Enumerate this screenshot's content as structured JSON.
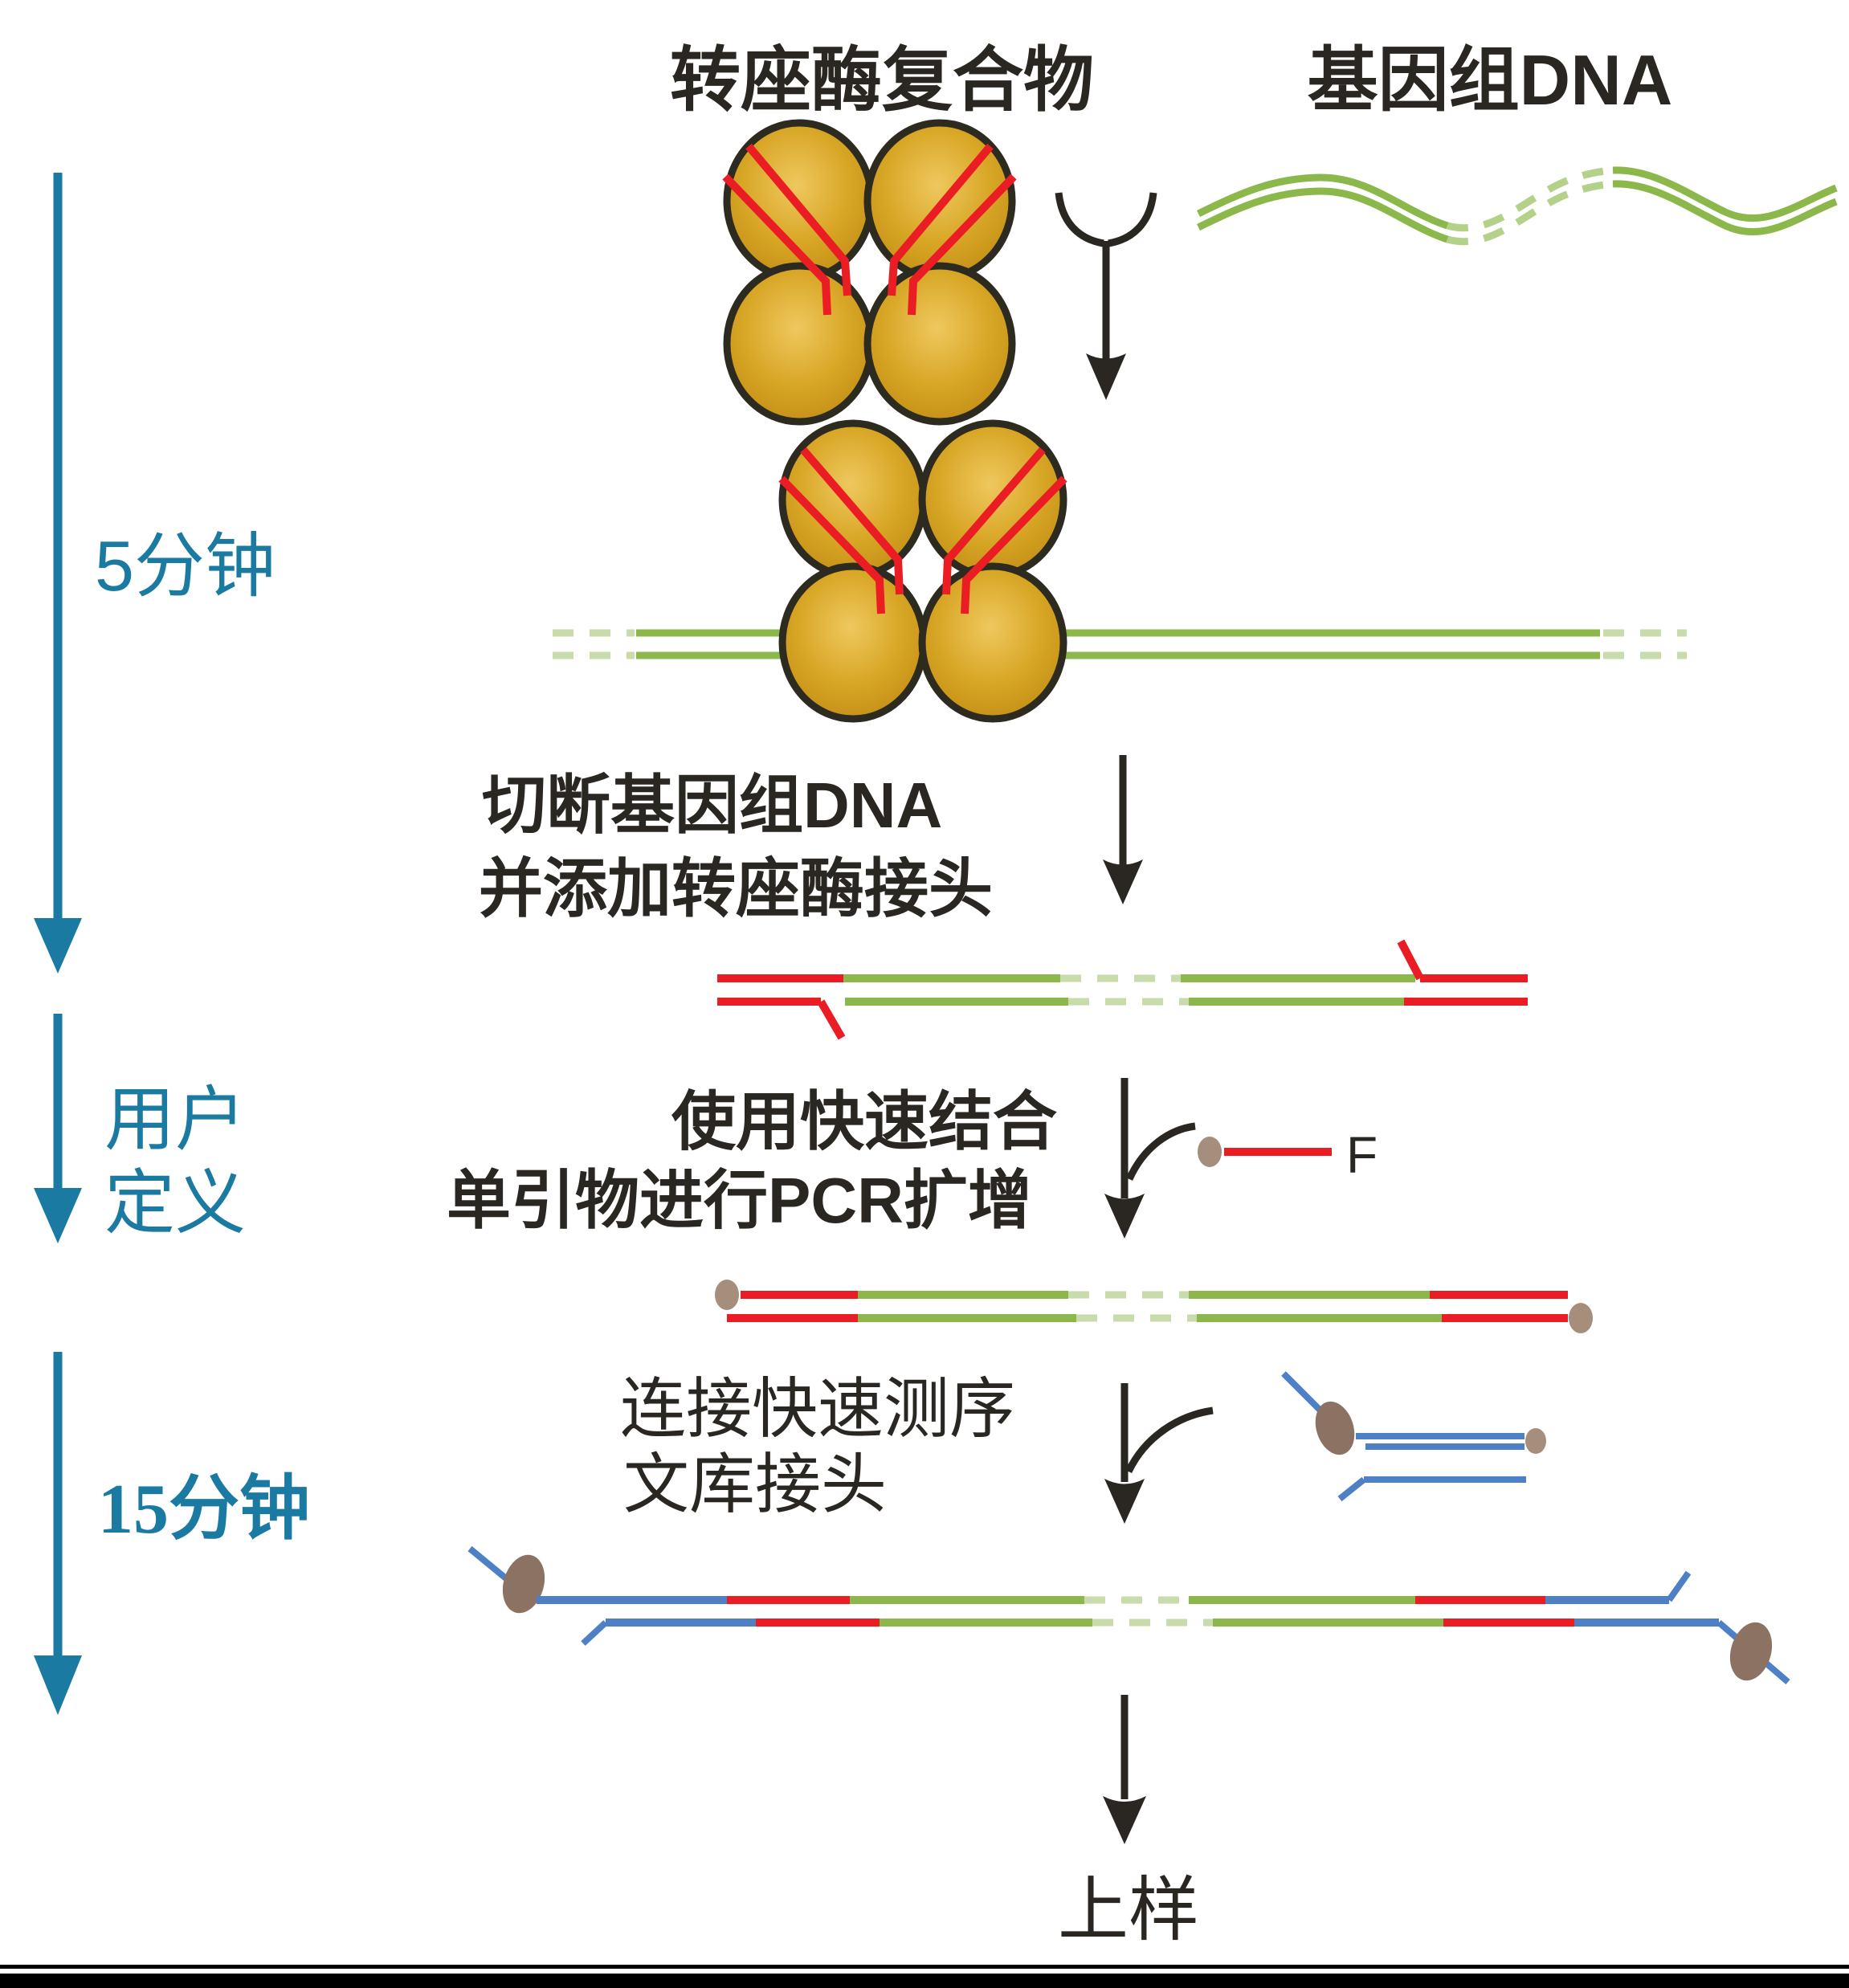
{
  "palette": {
    "timeline_blue": "#1a7aa2",
    "arrow_black": "#2a2622",
    "dna_green": "#8cb84b",
    "dna_green_faded": "#b5cf8e",
    "adapter_red": "#ea1c24",
    "library_adapter_blue": "#4d80c4",
    "transposase_gold": "#d4a11f",
    "transposase_outline": "#2d2a20",
    "motor_protein_brown": "#8b7263",
    "primer_dot_taupe": "#a58e7c",
    "background": "#ffffff",
    "footer_bar": "#000000"
  },
  "header": {
    "transposase_complex_label": "转座酶复合物",
    "genomic_dna_label": "基因组DNA"
  },
  "timeline": {
    "step1_duration": "5分钟",
    "user_defined_line1": "用户",
    "user_defined_line2": "定义",
    "step3_duration": "15分钟"
  },
  "steps": {
    "tagmentation": {
      "line1": "切断基因组DNA",
      "line2": "并添加转座酶接头"
    },
    "pcr": {
      "line1": "使用快速结合",
      "line2": "单引物进行PCR扩增",
      "primer_label": "F"
    },
    "ligation": {
      "line1": "连接快速测序",
      "line2": "文库接头"
    },
    "loading": {
      "label": "上样"
    }
  }
}
